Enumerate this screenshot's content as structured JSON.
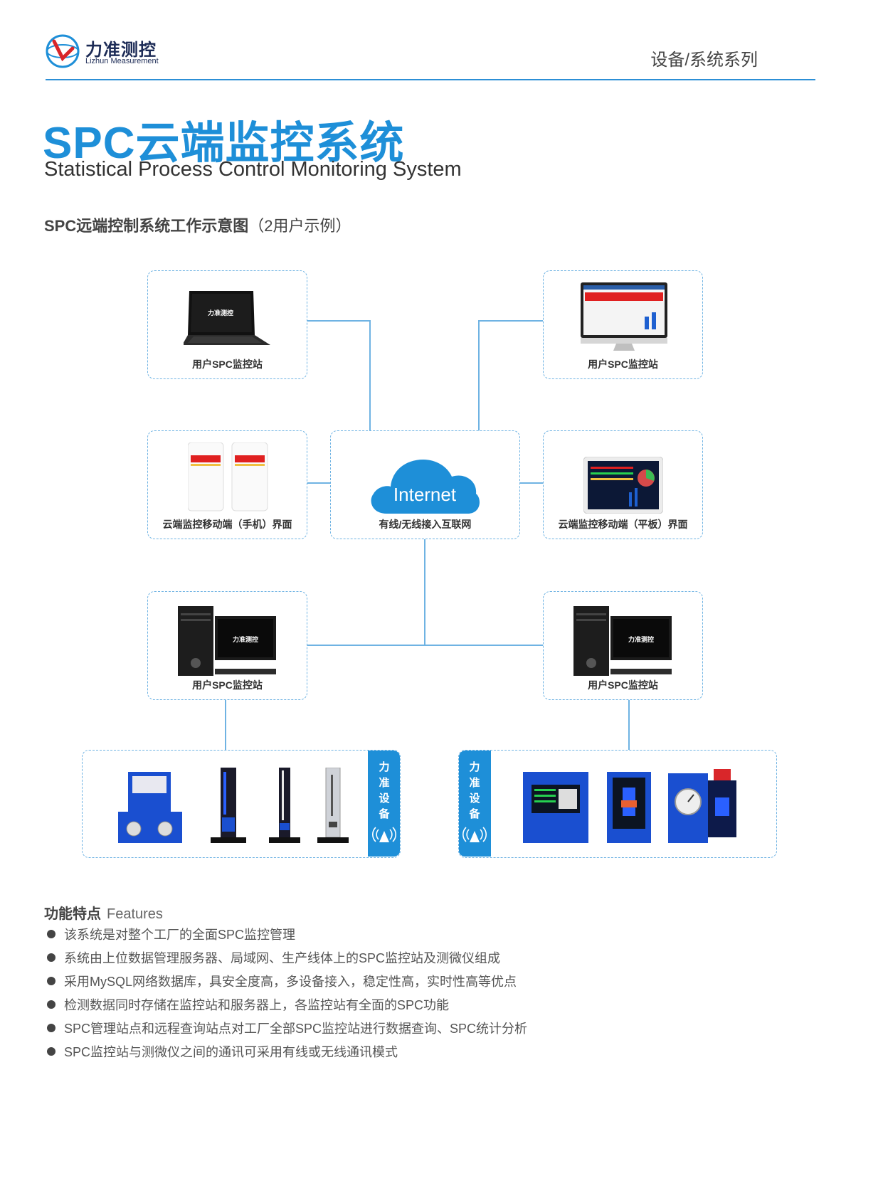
{
  "header": {
    "brand_cn": "力准测控",
    "brand_en": "Lizhun Measurement",
    "series": "设备/系统系列"
  },
  "title": {
    "main": "SPC云端监控系统",
    "sub": "Statistical Process Control Monitoring System"
  },
  "diagram": {
    "title_bold": "SPC远端控制系统工作示意图",
    "title_note": "（2用户示例）",
    "nodes": {
      "laptop": "用户SPC监控站",
      "monitor": "用户SPC监控站",
      "phone": "云端监控移动端（手机）界面",
      "internet_label": "Internet",
      "internet": "有线/无线接入互联网",
      "tablet": "云端监控移动端（平板）界面",
      "pc_left": "用户SPC监控站",
      "pc_right": "用户SPC监控站",
      "logo_screen": "力准测控"
    },
    "device_tag": [
      "力",
      "准",
      "设",
      "备"
    ]
  },
  "features": {
    "title": "功能特点",
    "title_en": "Features",
    "items": [
      "该系统是对整个工厂的全面SPC监控管理",
      "系统由上位数据管理服务器、局域网、生产线体上的SPC监控站及测微仪组成",
      "采用MySQL网络数据库，具安全度高，多设备接入，稳定性高，实时性高等优点",
      "检测数据同时存储在监控站和服务器上，各监控站有全面的SPC功能",
      "SPC管理站点和远程查询站点对工厂全部SPC监控站进行数据查询、SPC统计分析",
      "SPC监控站与测微仪之间的通讯可采用有线或无线通讯模式"
    ]
  },
  "colors": {
    "accent": "#1e8fd8",
    "line": "#6fb3e3",
    "device_blue": "#1a4fd0"
  }
}
